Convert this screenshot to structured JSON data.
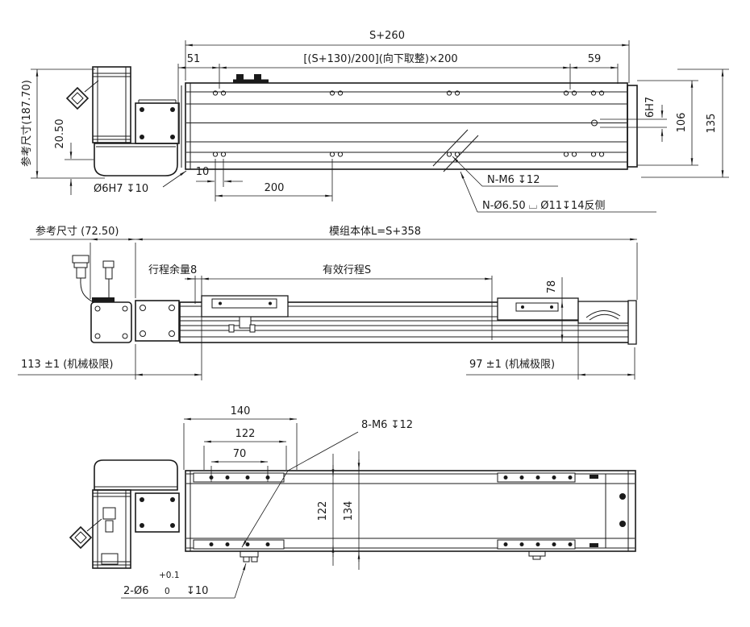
{
  "colors": {
    "line": "#1a1a1a",
    "background": "#ffffff"
  },
  "top_view": {
    "dims": {
      "overall_length": "S+260",
      "left_offset": "51",
      "hole_pattern_formula": "[(S+130)/200](向下取整)×200",
      "right_offset": "59",
      "center_slot_tolerance": "6H7",
      "body_width": "106",
      "table_width": "135",
      "ref_height": "参考尺寸(187.70)",
      "base_height": "20.50",
      "hole_pair_pitch": "10",
      "hole_pitch": "200"
    },
    "labels": {
      "locating_pin_hole": "Ø6H7 ↧10",
      "tapped_holes": "N-M6 ↧12",
      "counterbore_holes": "N-Ø6.50 ⌴ Ø11↧14反侧"
    }
  },
  "side_view": {
    "dims": {
      "motor_ref_width": "参考尺寸 (72.50)",
      "body_length": "模组本体L=S+358",
      "stroke_margin": "行程余量8",
      "effective_stroke": "有效行程S",
      "carriage_height": "78",
      "left_mech_limit": "113 ±1 (机械极限)",
      "right_mech_limit": "97 ±1 (机械极限)"
    }
  },
  "bottom_view": {
    "dims": {
      "carriage_width_140": "140",
      "carriage_width_122": "122",
      "carriage_width_70": "70",
      "hole_row_pitch": "122",
      "body_width_134": "134"
    },
    "labels": {
      "carriage_tapped_holes": "8-M6 ↧12",
      "pin_hole_prefix": "2-Ø6",
      "pin_hole_tol_upper": "+0.1",
      "pin_hole_tol_lower": "0",
      "pin_hole_depth": "↧10"
    }
  }
}
